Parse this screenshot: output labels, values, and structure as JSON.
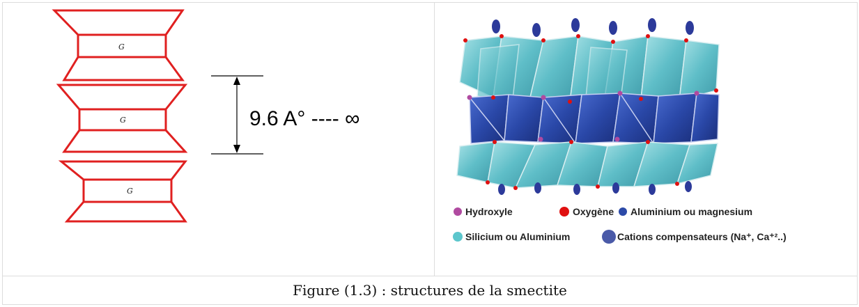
{
  "left_panel": {
    "layer_labels": [
      "G",
      "G",
      "G"
    ],
    "spacing_label": "9.6 A° ----  ∞"
  },
  "right_panel": {
    "legend": [
      {
        "label": "Hydroxyle",
        "color": "#b04aa0",
        "icon": "magenta-dot-icon"
      },
      {
        "label": "Oxygène",
        "color": "#e01010",
        "icon": "red-dot-icon"
      },
      {
        "label": "Aluminium ou magnesium",
        "color": "#2c4aa8",
        "icon": "blue-dot-icon"
      },
      {
        "label": "Silicium ou Aluminium",
        "color": "#5cc6cc",
        "icon": "cyan-dot-icon"
      },
      {
        "label": "Cations compensateurs (Na⁺, Ca⁺²..)",
        "color": "#4a5aa8",
        "icon": "violet-dot-icon"
      }
    ]
  },
  "caption": "Figure (1.3) : structures de la smectite",
  "colors": {
    "layer_outline": "#e02020",
    "tetra_cyan": "#6cc6d0",
    "octa_blue": "#2c4ab0"
  }
}
